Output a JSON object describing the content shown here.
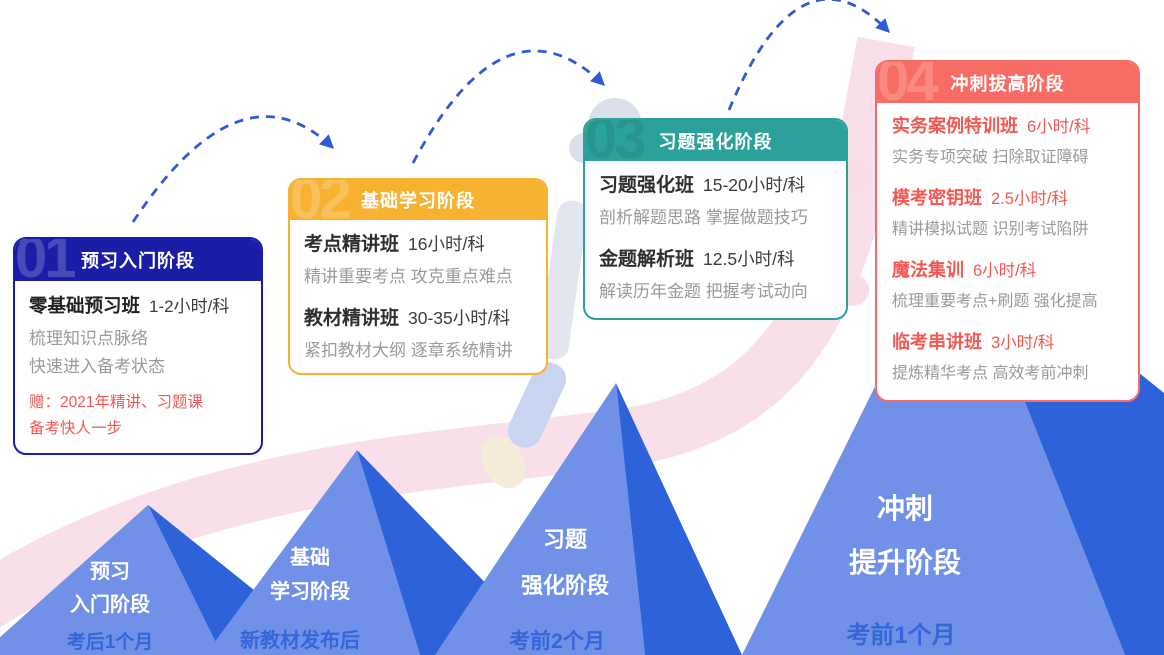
{
  "stages": [
    {
      "ghost_number": "01",
      "title": "预习入门阶段",
      "accent_color": "#1a1ea6",
      "courses": [
        {
          "name": "零基础预习班",
          "hours": "1-2小时/科",
          "desc_lines": [
            "梳理知识点脉络",
            "快速进入备考状态"
          ]
        }
      ],
      "bonus_lines": [
        "赠：2021年精讲、习题课",
        "备考快人一步"
      ]
    },
    {
      "ghost_number": "02",
      "title": "基础学习阶段",
      "accent_color": "#f7b232",
      "courses": [
        {
          "name": "考点精讲班",
          "hours": "16小时/科",
          "desc_lines": [
            "精讲重要考点 攻克重点难点"
          ]
        },
        {
          "name": "教材精讲班",
          "hours": "30-35小时/科",
          "desc_lines": [
            "紧扣教材大纲 逐章系统精讲"
          ]
        }
      ]
    },
    {
      "ghost_number": "03",
      "title": "习题强化阶段",
      "accent_color": "#2ba19b",
      "courses": [
        {
          "name": "习题强化班",
          "hours": "15-20小时/科",
          "desc_lines": [
            "剖析解题思路 掌握做题技巧"
          ]
        },
        {
          "name": "金题解析班",
          "hours": "12.5小时/科",
          "desc_lines": [
            "解读历年金题 把握考试动向"
          ]
        }
      ]
    },
    {
      "ghost_number": "04",
      "title": "冲刺拔高阶段",
      "accent_color": "#f76c64",
      "courses": [
        {
          "name": "实务案例特训班",
          "hours": "6小时/科",
          "desc_lines": [
            "实务专项突破 扫除取证障碍"
          ]
        },
        {
          "name": "模考密钥班",
          "hours": "2.5小时/科",
          "desc_lines": [
            "精讲模拟试题 识别考试陷阱"
          ]
        },
        {
          "name": "魔法集训",
          "hours": "6小时/科",
          "desc_lines": [
            "梳理重要考点+刷题 强化提高"
          ]
        },
        {
          "name": "临考串讲班",
          "hours": "3小时/科",
          "desc_lines": [
            "提炼精华考点 高效考前冲刺"
          ]
        }
      ]
    }
  ],
  "mountains": [
    {
      "title_lines": [
        "预习",
        "入门阶段"
      ],
      "timing": "考后1个月"
    },
    {
      "title_lines": [
        "基础",
        "学习阶段"
      ],
      "timing": "新教材发布后"
    },
    {
      "title_lines": [
        "习题",
        "强化阶段"
      ],
      "timing": "考前2个月"
    },
    {
      "title_lines": [
        "冲刺",
        "提升阶段"
      ],
      "timing": "考前1个月"
    }
  ],
  "colors": {
    "stage1_navy": "#1a1ea6",
    "stage2_orange": "#f7b232",
    "stage3_teal": "#2ba19b",
    "stage4_coral": "#f76c64",
    "stage4_text_red": "#f25953",
    "course_name_text": "#2e2e2e",
    "course_desc_gray": "#9a9a9a",
    "bonus_red": "#f25953",
    "mountain_light_blue": "#7191e8",
    "mountain_dark_blue": "#2e62d9",
    "timing_text_blue": "#3566d8",
    "arrow_blue": "#2e5ad6",
    "ribbon_pink": "#f9dfea"
  }
}
